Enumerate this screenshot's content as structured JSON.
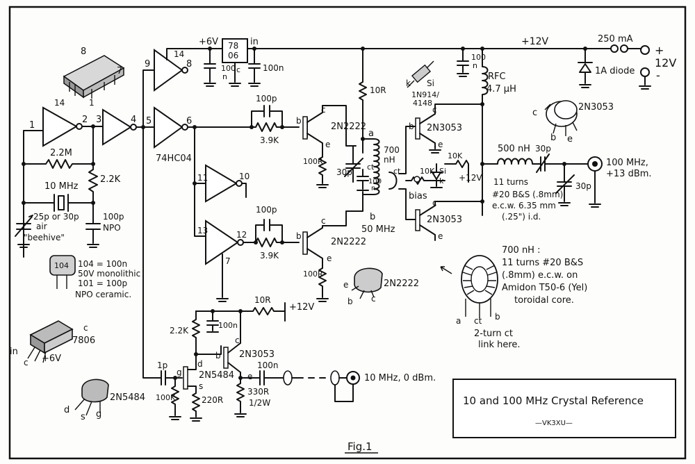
{
  "labels": {
    "ic_8": "8",
    "ic_7": "7",
    "ic_14": "14",
    "ic_1": "1",
    "pin_1": "1",
    "pin_2": "2",
    "pin_3": "3",
    "pin_4": "4",
    "pin_5": "5",
    "pin_6": "6",
    "pin_7": "7",
    "pin_8": "8",
    "pin_9": "9",
    "pin_10": "10",
    "pin_11": "11",
    "pin_12": "12",
    "pin_13": "13",
    "pin_14": "14",
    "plus6v": "+6V",
    "reg_top": "78",
    "reg_bot": "06",
    "reg_c": "c",
    "reg_in": "in",
    "cap100n_1": "100",
    "cap100n_1b": "n",
    "cap100n_2": "100n",
    "plus12v_rail": "+12V",
    "fuse": "250 mA",
    "plus": "+",
    "v12": "12V",
    "minus": "-",
    "diode": "1A diode",
    "cap100n_3": "100",
    "cap100n_3b": "n",
    "rfc": "RFC",
    "rfc_val": "4.7 μH",
    "r10r_1": "10R",
    "k": "k",
    "si": "Si",
    "d_1n914": "1N914/",
    "d_4148": "4148",
    "cap100p_1": "100p",
    "r39k_1": "3.9K",
    "q_b1": "b",
    "q_c1": "c",
    "q1": "2N2222",
    "q_e1": "e",
    "r100r_1": "100R",
    "t_a": "a",
    "t_700": "700",
    "t_nh": "nH",
    "t_ct": "ct",
    "cap30p_1": "30p",
    "cap100_2": "100",
    "cap_n2": "n",
    "t_b": "b",
    "t_50": "50 MHz",
    "q_b2": "b",
    "q_c2": "c",
    "q2": "2N3053",
    "q_e2": "e",
    "ct2": "ct",
    "r10k_1": "10K",
    "r10k_2": "10K",
    "si2": "Si",
    "k2": "k",
    "plus12v_b": "+12V",
    "bias": "bias",
    "q_c3": "c",
    "q3": "2N3053",
    "q_e3": "e",
    "l500": "500 nH",
    "cap30p_2": "30p",
    "cap30p_3": "30p",
    "out100": "100 MHz,",
    "out100b": "+13 dBm.",
    "turns1": "11 turns",
    "turns2": "#20 B&S (.8mm)",
    "turns3": "e.c.w. 6.35 mm",
    "turns4": "(.25\") i.d.",
    "pkg_c": "c",
    "pkg_2n3053": "2N3053",
    "pkg_b": "b",
    "pkg_e": "e",
    "r22m": "2.2M",
    "r22k_1": "2.2K",
    "xtal": "10 MHz",
    "trim": "25p or 30p",
    "air": "air",
    "beehive": "\"beehive\"",
    "cap100p_npo": "100p",
    "npo": "NPO",
    "ic_name": "74HC04",
    "cap100p_2": "100p",
    "r39k_2": "3.9K",
    "q_b4": "b",
    "q_c4": "c",
    "q4": "2N2222",
    "q_e4": "e",
    "r100r_2": "100R",
    "legend_104": "104",
    "legend1": "104 = 100n",
    "legend2": "50V monolithic",
    "legend3": "101 = 100p",
    "legend4": "NPO ceramic.",
    "tor1": "700 nH :",
    "tor2": "11 turns #20 B&S",
    "tor3": "(.8mm) e.c.w. on",
    "tor4": "Amidon T50-6 (Yel)",
    "tor5": "toroidal core.",
    "tor_a": "a",
    "tor_ct": "ct",
    "tor_b": "b",
    "tor_link1": "2-turn ct",
    "tor_link2": "link here.",
    "pkg2_e": "e",
    "pkg2_name": "2N2222",
    "pkg2_b": "b",
    "pkg2_c": "c",
    "reg_pkg_c": "c",
    "reg_pkg_name": "7806",
    "reg_pkg_in": "in",
    "reg_pkg_c2": "c",
    "reg_pkg_6v": "+6V",
    "r10r_2": "10R",
    "plus12v_c": "+12V",
    "cap100n_4": "100n",
    "r22k_2": "2.2K",
    "q_b5": "b",
    "q_c5": "c",
    "q5": "2N3053",
    "q_e5": "e",
    "cap1p": "1p",
    "fet_g": "g",
    "fet_d": "d",
    "fet": "2N5484",
    "fet_s": "s",
    "r100k": "100K",
    "r220r": "220R",
    "cap100n_5": "100n",
    "r330r": "330R",
    "half_w": "1/2W",
    "out10": "10 MHz, 0 dBm.",
    "pkg3_name": "2N5484",
    "pkg3_d": "d",
    "pkg3_s": "s",
    "pkg3_g": "g",
    "title": "10  and  100 MHz Crystal Reference",
    "author": "—VK3XU—",
    "fig": "Fig.1"
  }
}
